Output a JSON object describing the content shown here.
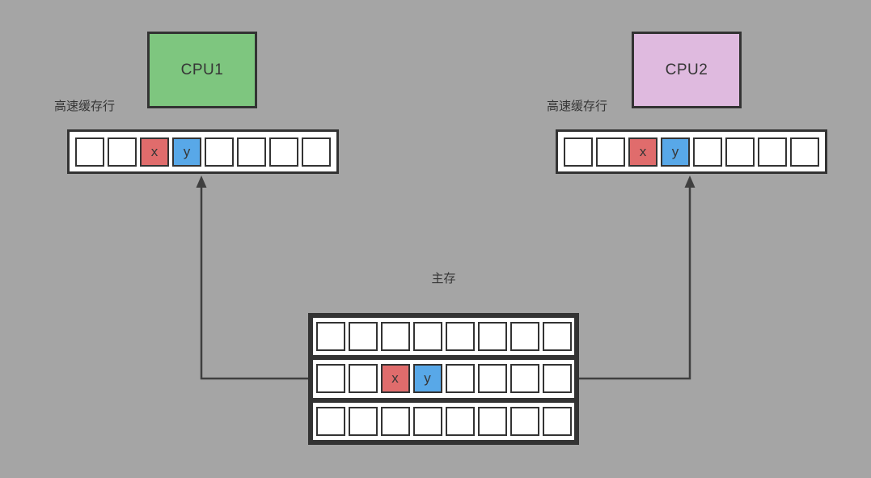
{
  "colors": {
    "background": "#a5a5a5",
    "border": "#333333",
    "cpu1_fill": "#7ec67f",
    "cpu2_fill": "#dfbadf",
    "x_cell_fill": "#e06c6c",
    "y_cell_fill": "#58a8e8",
    "arrow": "#3f3f3f",
    "text": "#363636"
  },
  "cpu1": {
    "label": "CPU1"
  },
  "cpu2": {
    "label": "CPU2"
  },
  "labels": {
    "cache_line_left": "高速缓存行",
    "cache_line_right": "高速缓存行",
    "main_memory": "主存"
  },
  "cache_line_left_cells": [
    "",
    "",
    "x",
    "y",
    "",
    "",
    "",
    ""
  ],
  "cache_line_right_cells": [
    "",
    "",
    "x",
    "y",
    "",
    "",
    "",
    ""
  ],
  "main_memory_rows": [
    [
      "",
      "",
      "",
      "",
      "",
      "",
      "",
      ""
    ],
    [
      "",
      "",
      "x",
      "y",
      "",
      "",
      "",
      ""
    ],
    [
      "",
      "",
      "",
      "",
      "",
      "",
      "",
      ""
    ]
  ]
}
